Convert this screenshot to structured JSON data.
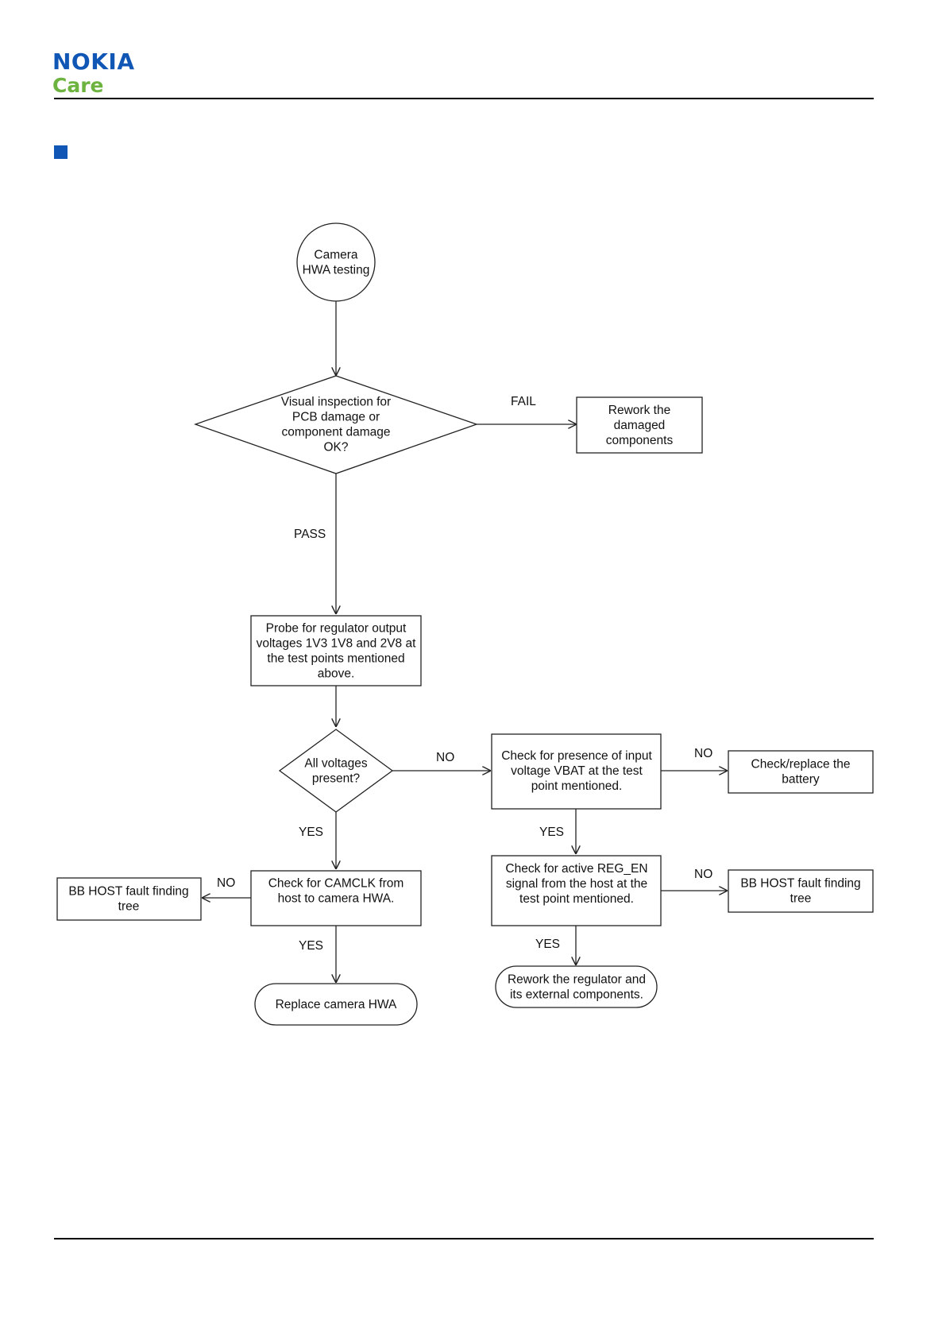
{
  "header": {
    "logo_primary": "NOKIA",
    "logo_secondary": "Care",
    "brand_blue": "#1056b5",
    "brand_green": "#6cb33f"
  },
  "section_bullet_color": "#1056b5",
  "flowchart": {
    "nodes": [
      {
        "id": "start",
        "lines": [
          "Camera",
          "HWA testing"
        ]
      },
      {
        "id": "visual",
        "lines": [
          "Visual inspection for",
          "PCB damage or",
          "component damage",
          "OK?"
        ]
      },
      {
        "id": "rework_damaged",
        "lines": [
          "Rework the",
          "damaged",
          "components"
        ]
      },
      {
        "id": "probe",
        "lines": [
          "Probe for regulator output",
          "voltages 1V3 1V8 and 2V8 at",
          "the test points mentioned",
          "above."
        ]
      },
      {
        "id": "all_voltages",
        "lines": [
          "All voltages",
          "present?"
        ]
      },
      {
        "id": "check_vbat",
        "lines": [
          "Check for presence of input",
          "voltage VBAT at the test",
          "point mentioned."
        ]
      },
      {
        "id": "battery",
        "lines": [
          "Check/replace the",
          "battery"
        ]
      },
      {
        "id": "camclk",
        "lines": [
          "Check for CAMCLK from",
          "host to camera HWA."
        ]
      },
      {
        "id": "bbhost_left",
        "lines": [
          "BB HOST fault finding",
          "tree"
        ]
      },
      {
        "id": "reg_en",
        "lines": [
          "Check for active REG_EN",
          "signal from the host at the",
          "test point mentioned."
        ]
      },
      {
        "id": "bbhost_right",
        "lines": [
          "BB HOST fault finding",
          "tree"
        ]
      },
      {
        "id": "replace_camera",
        "lines": [
          "Replace camera HWA"
        ]
      },
      {
        "id": "rework_regulator",
        "lines": [
          "Rework the regulator and",
          "its external components."
        ]
      }
    ],
    "edge_labels": {
      "fail": "FAIL",
      "pass": "PASS",
      "no_voltages": "NO",
      "yes_voltages": "YES",
      "no_vbat": "NO",
      "yes_vbat": "YES",
      "no_camclk": "NO",
      "yes_camclk": "YES",
      "no_reg_en": "NO",
      "yes_reg_en": "YES"
    }
  }
}
